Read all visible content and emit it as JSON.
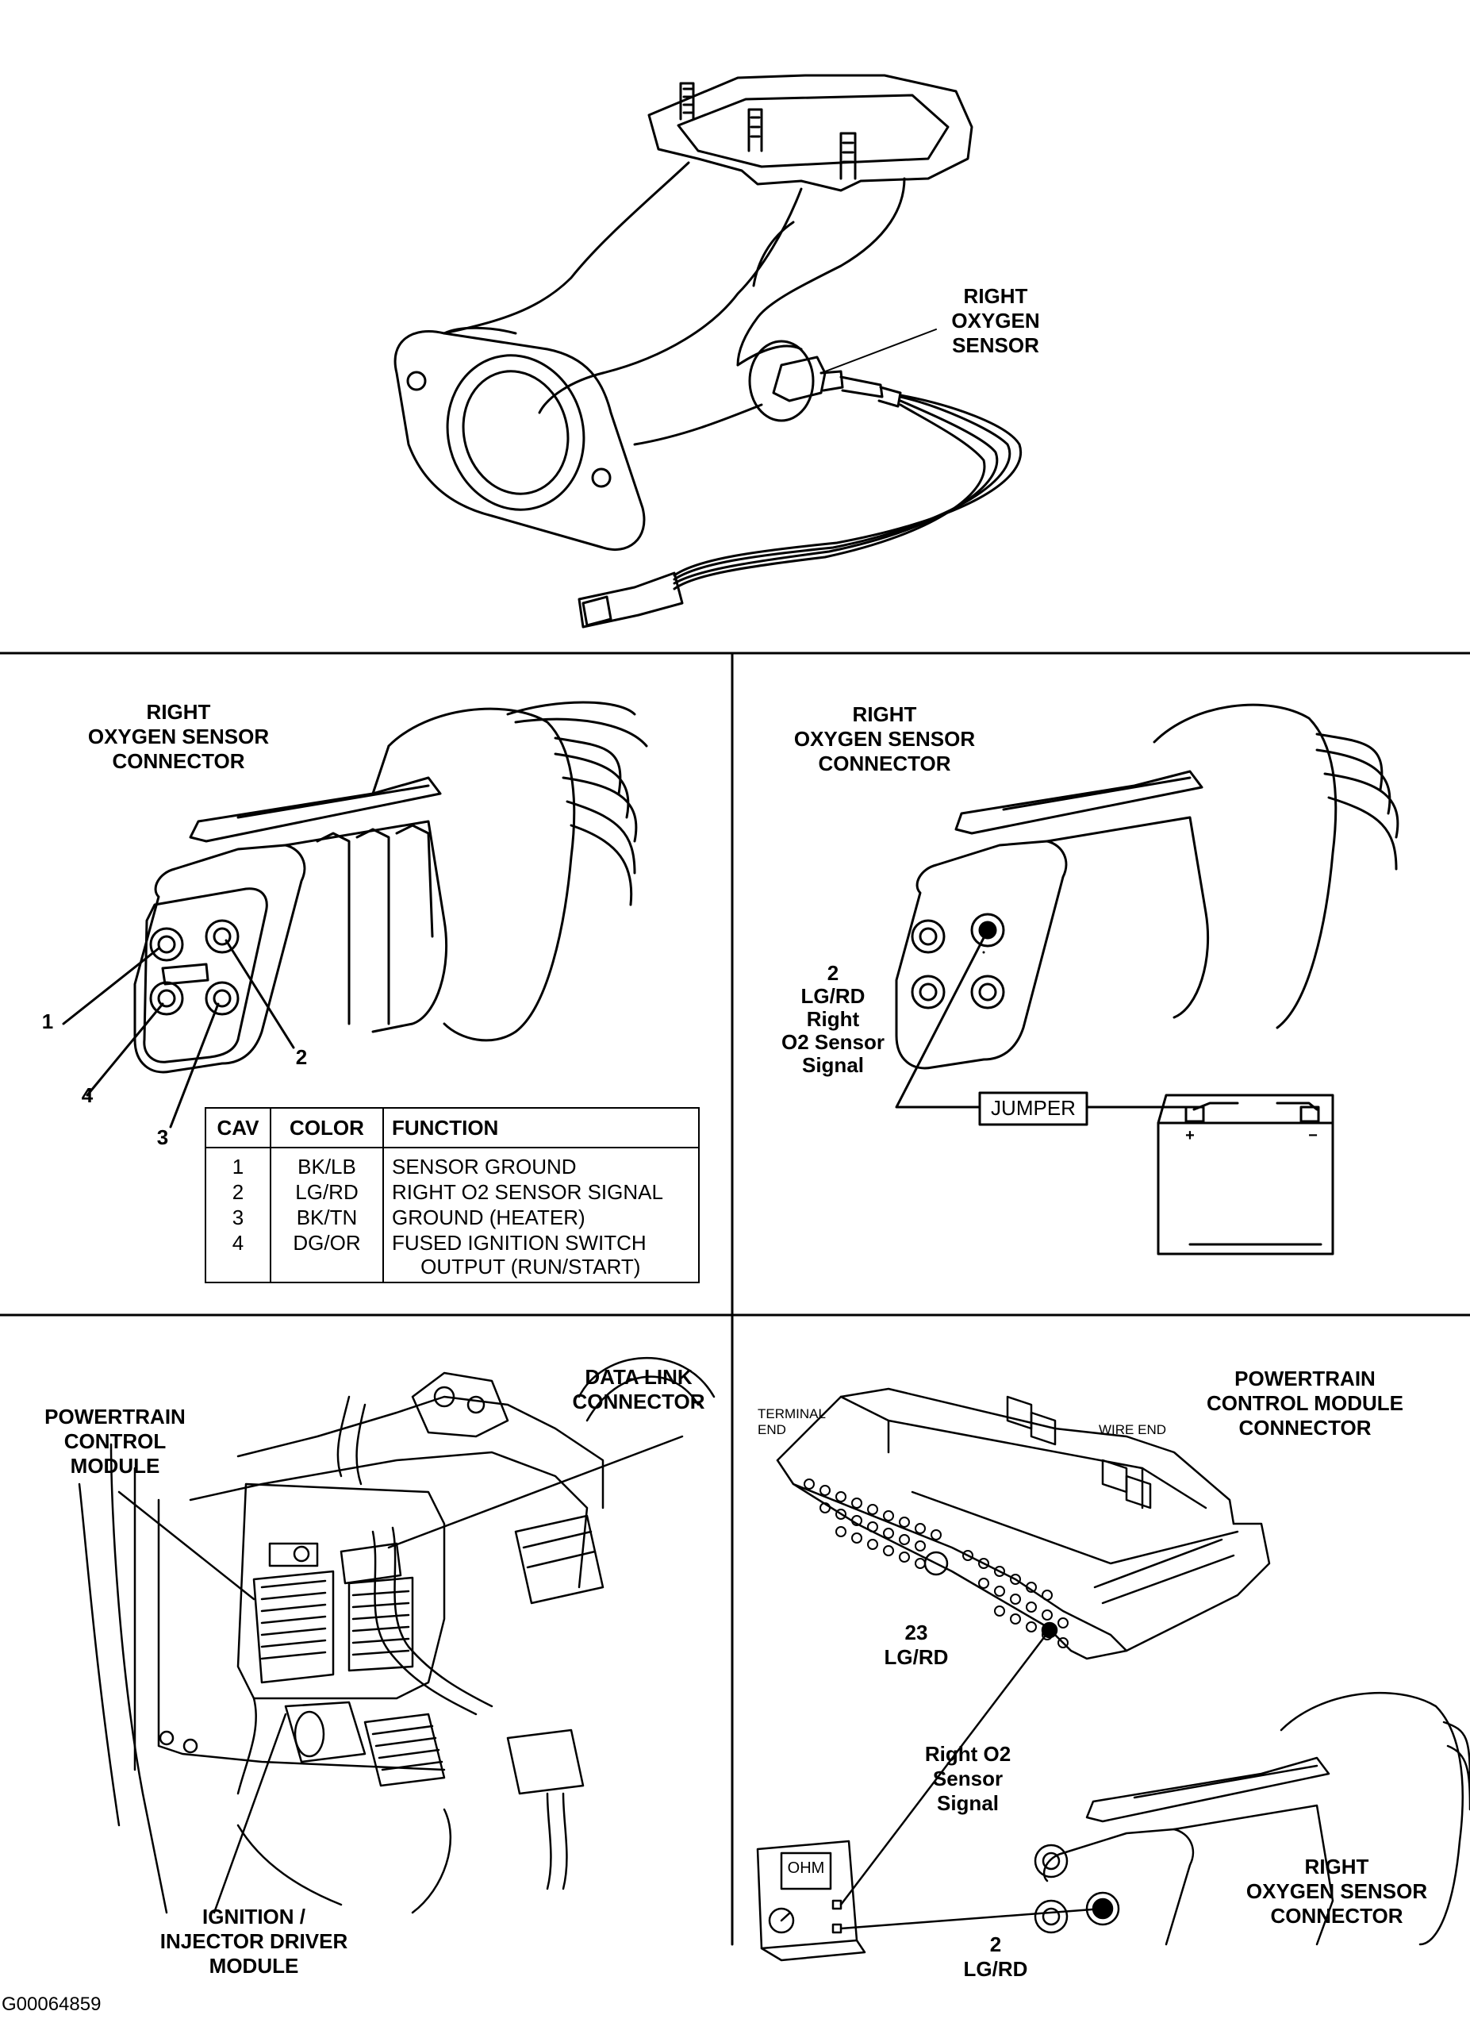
{
  "panel_top": {
    "label_right_oxygen_sensor": "RIGHT\nOXYGEN\nSENSOR"
  },
  "panel_connector": {
    "label_connector": "RIGHT\nOXYGEN SENSOR\nCONNECTOR",
    "pin_labels": [
      "1",
      "2",
      "3",
      "4"
    ],
    "table": {
      "headers": [
        "CAV",
        "COLOR",
        "FUNCTION"
      ],
      "rows": [
        {
          "cav": "1",
          "color": "BK/LB",
          "function": "SENSOR GROUND"
        },
        {
          "cav": "2",
          "color": "LG/RD",
          "function": "RIGHT O2 SENSOR SIGNAL"
        },
        {
          "cav": "3",
          "color": "BK/TN",
          "function": "GROUND (HEATER)"
        },
        {
          "cav": "4",
          "color": "DG/OR",
          "function": "FUSED IGNITION SWITCH\n     OUTPUT (RUN/START)"
        }
      ]
    }
  },
  "panel_jumper": {
    "label_connector": "RIGHT\nOXYGEN SENSOR\nCONNECTOR",
    "label_pin": "2\nLG/RD\nRight\nO2 Sensor\nSignal",
    "label_jumper": "JUMPER",
    "battery_plus": "+",
    "battery_minus": "−"
  },
  "panel_module": {
    "label_data_link": "DATA LINK\nCONNECTOR",
    "label_pcm": "POWERTRAIN\nCONTROL\nMODULE",
    "label_ignition": "IGNITION /\nINJECTOR DRIVER\nMODULE"
  },
  "panel_pcm_connector": {
    "label_pcm_connector": "POWERTRAIN\nCONTROL MODULE\nCONNECTOR",
    "label_terminal_end": "TERMINAL\nEND",
    "label_wire_end": "WIRE  END",
    "label_pin_23": "23\nLG/RD",
    "label_ohm": "OHM",
    "label_signal": "Right O2\nSensor\nSignal",
    "label_pin_2": "2\nLG/RD",
    "label_o2_connector": "RIGHT\nOXYGEN SENSOR\nCONNECTOR"
  },
  "figure_id": "G00064859"
}
